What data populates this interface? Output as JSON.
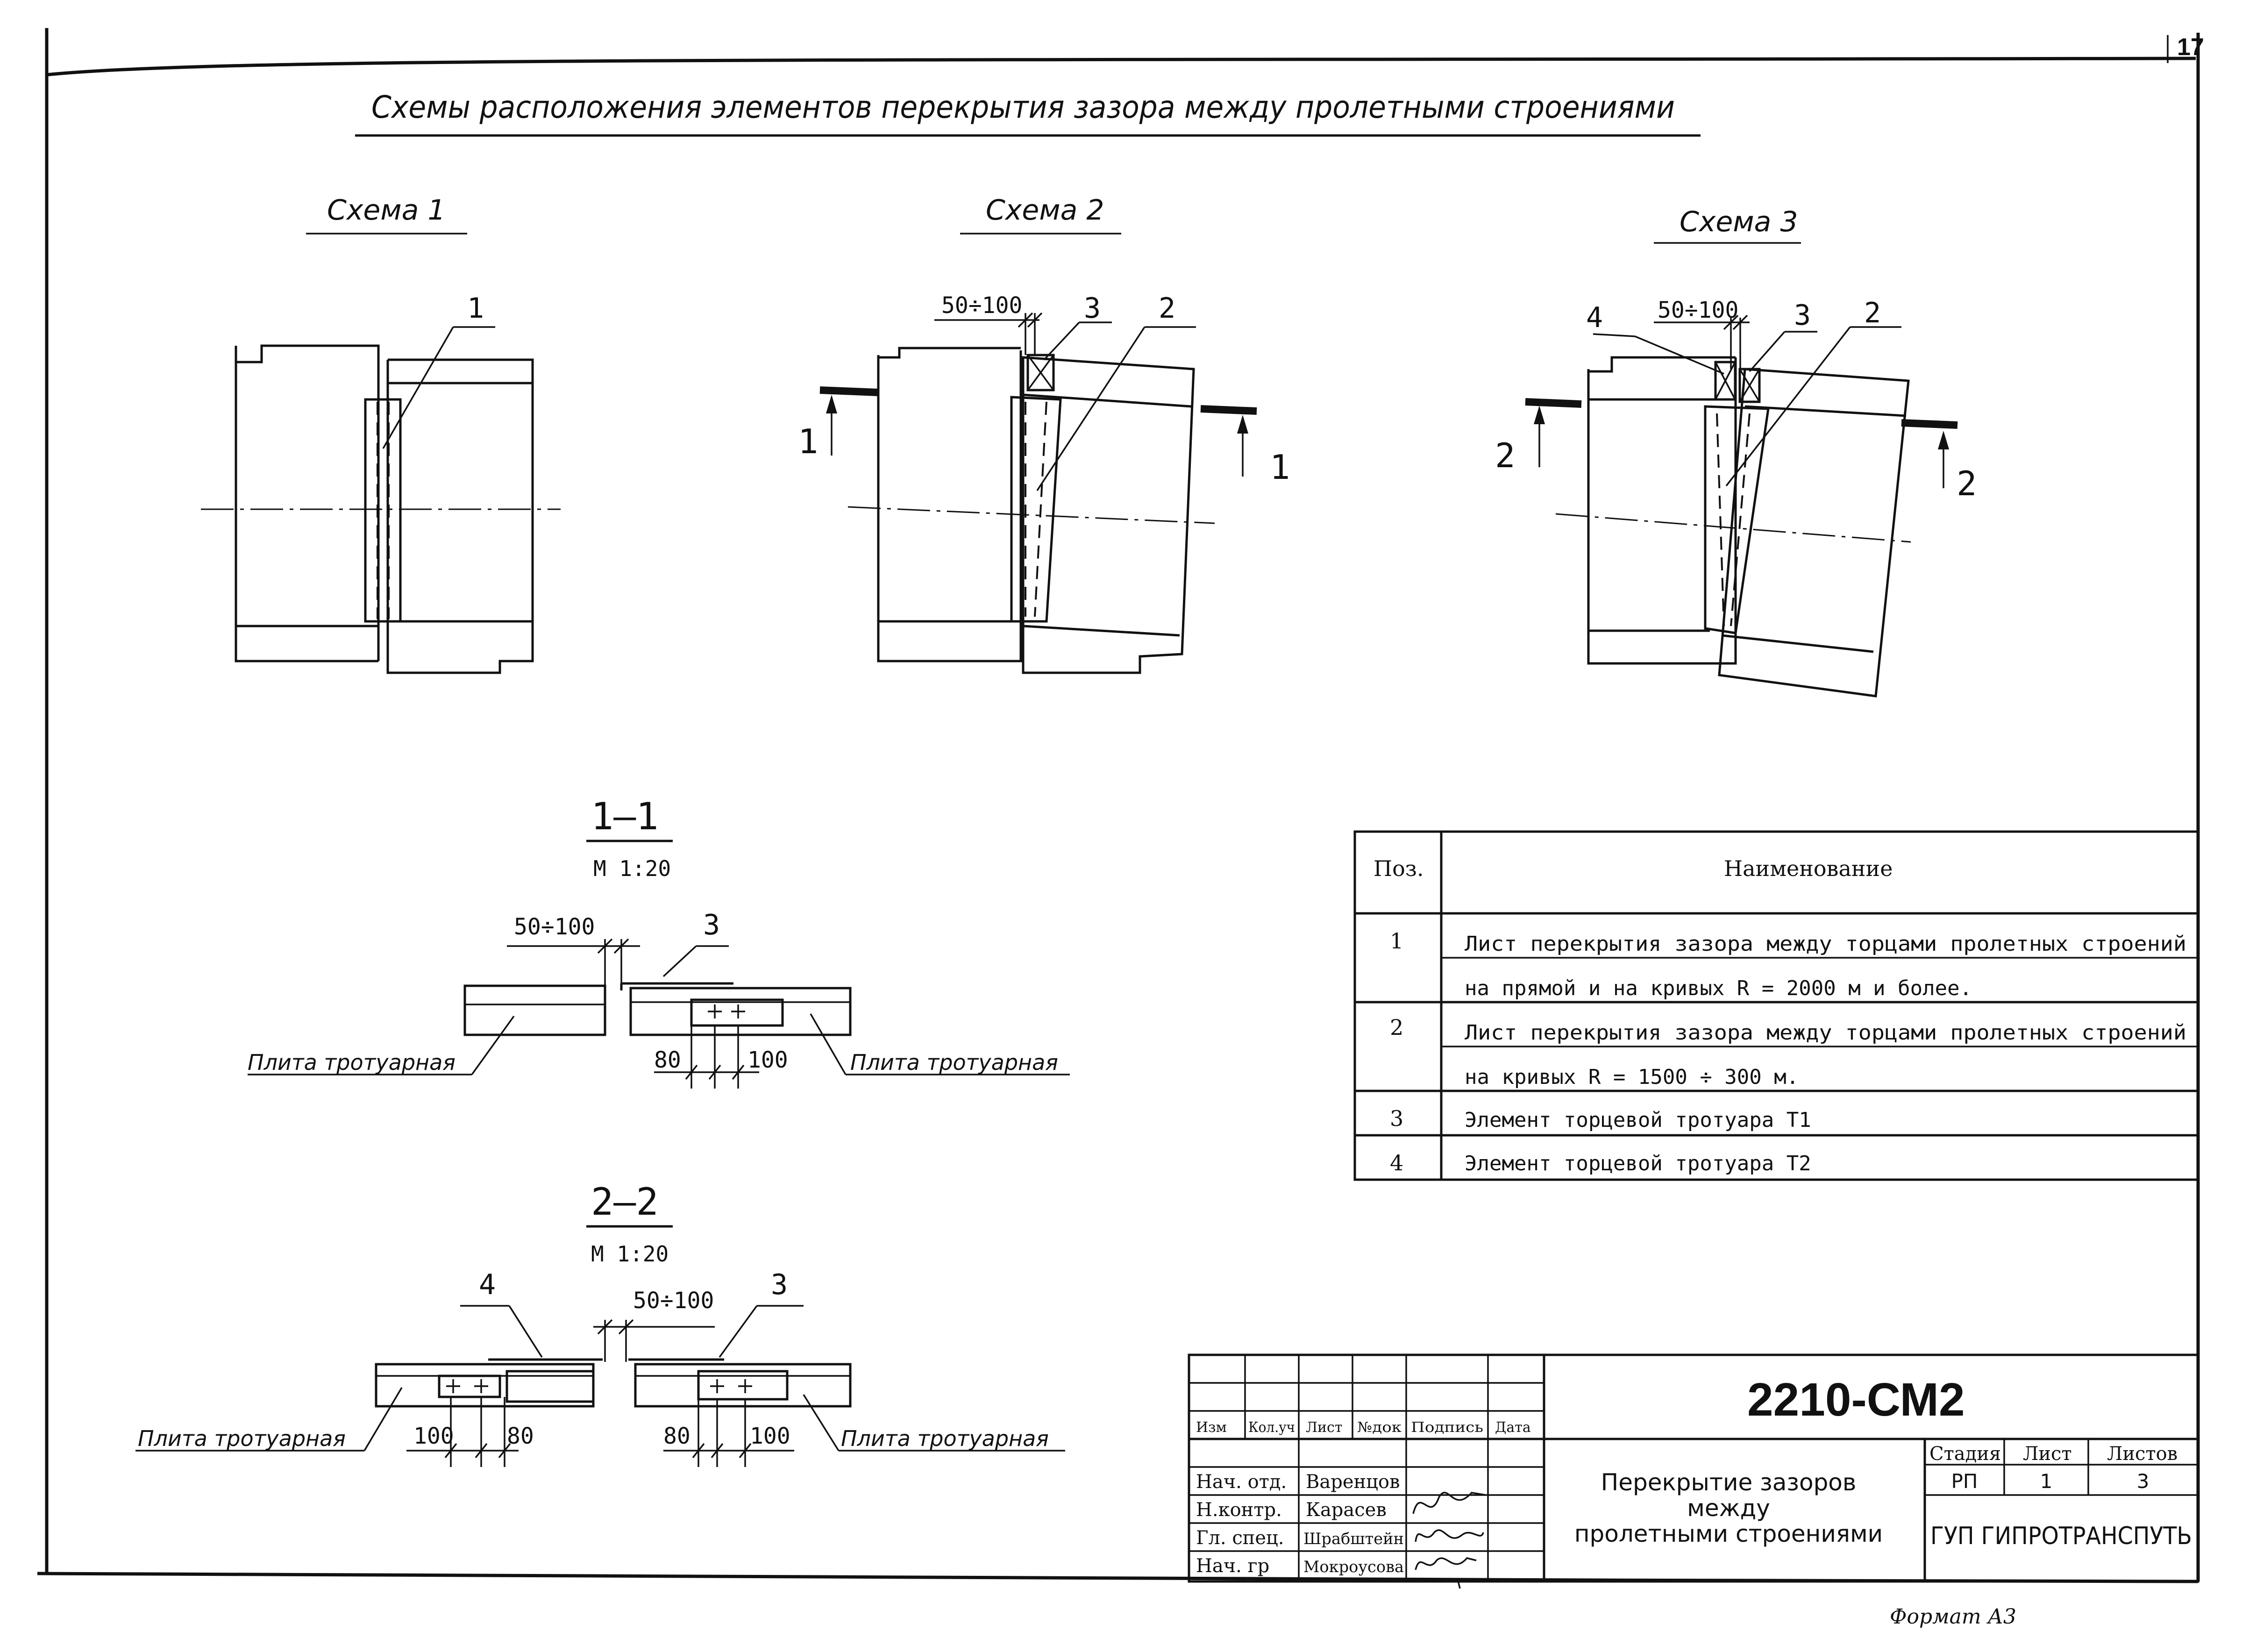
{
  "sheet_number": "17",
  "title": "Схемы расположения элементов перекрытия зазора между пролетными строениями",
  "schemes": [
    {
      "label": "Схема 1",
      "callouts": [
        "1"
      ]
    },
    {
      "label": "Схема 2",
      "dimension": "50÷100",
      "callouts": [
        "3",
        "2"
      ],
      "section_marks": [
        "1",
        "1"
      ]
    },
    {
      "label": "Схема 3",
      "dimension": "50÷100",
      "callouts": [
        "4",
        "3",
        "2"
      ],
      "section_marks": [
        "2",
        "2"
      ]
    }
  ],
  "sections": [
    {
      "label": "1–1",
      "scale": "М 1:20",
      "gap_dimension": "50÷100",
      "callouts": [
        "3"
      ],
      "dims": [
        "80",
        "100"
      ],
      "slab_left": "Плита тротуарная",
      "slab_right": "Плита тротуарная"
    },
    {
      "label": "2–2",
      "scale": "М 1:20",
      "gap_dimension": "50÷100",
      "callouts": [
        "4",
        "3"
      ],
      "dims_left": [
        "100",
        "80"
      ],
      "dims_right": [
        "80",
        "100"
      ],
      "slab_left": "Плита тротуарная",
      "slab_right": "Плита тротуарная"
    }
  ],
  "spec_table": {
    "headers": [
      "Поз.",
      "Наименование"
    ],
    "rows": [
      {
        "pos": "1",
        "name": "Лист перекрытия зазора между торцами пролетных строений"
      },
      {
        "pos": "",
        "name": "на прямой и на кривых R = 2000 м и более."
      },
      {
        "pos": "2",
        "name": "Лист перекрытия зазора между торцами пролетных строений"
      },
      {
        "pos": "",
        "name": "на кривых R = 1500 ÷ 300 м."
      },
      {
        "pos": "3",
        "name": "Элемент торцевой тротуара Т1"
      },
      {
        "pos": "4",
        "name": "Элемент торцевой тротуара Т2"
      }
    ]
  },
  "title_block": {
    "code": "2210-СМ2",
    "col_headers": [
      "Изм",
      "Кол.уч",
      "Лист",
      "№док",
      "Подпись",
      "Дата"
    ],
    "people": [
      {
        "role": "Нач. отд.",
        "name": "Варенцов"
      },
      {
        "role": "Н.контр.",
        "name": "Карасев"
      },
      {
        "role": "Гл. спец.",
        "name": "Шрабштейн"
      },
      {
        "role": "Нач. гр",
        "name": "Мокроусова"
      }
    ],
    "description": [
      "Перекрытие зазоров",
      "между",
      "пролетными строениями"
    ],
    "stage_header": "Стадия",
    "sheet_header": "Лист",
    "sheets_header": "Листов",
    "stage": "РП",
    "sheet": "1",
    "sheets": "3",
    "organization": "ГУП ГИПРОТРАНСПУТЬ"
  },
  "format": "Формат А3"
}
